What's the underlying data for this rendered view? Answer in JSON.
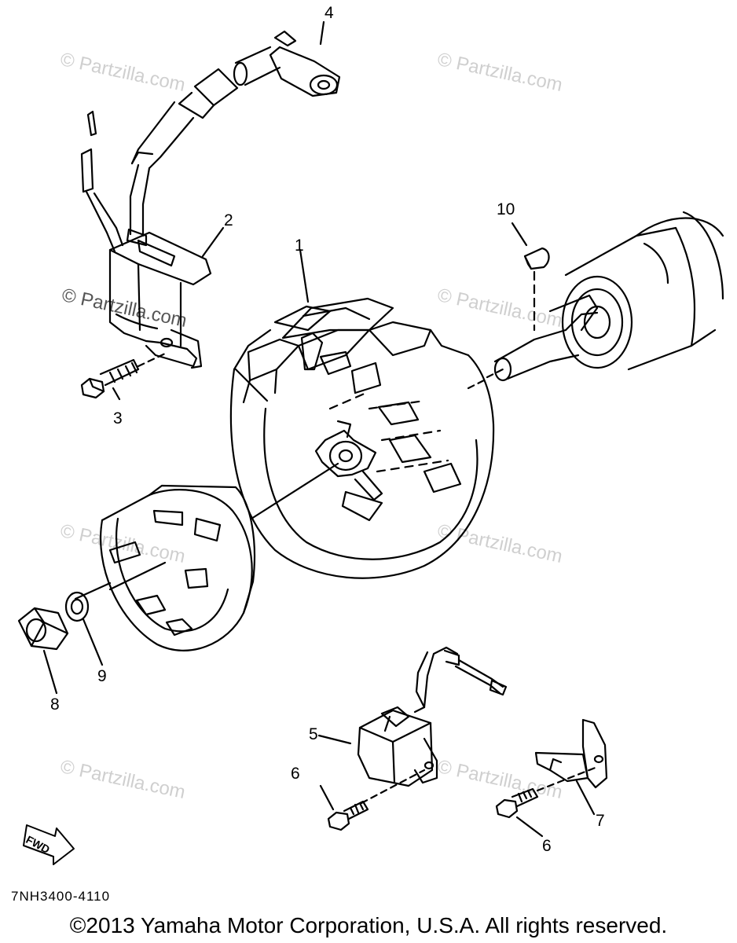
{
  "watermark": "© Partzilla.com",
  "callouts": {
    "c1": "1",
    "c2": "2",
    "c3": "3",
    "c4": "4",
    "c5": "5",
    "c6a": "6",
    "c6b": "6",
    "c7": "7",
    "c8": "8",
    "c9": "9",
    "c10": "10"
  },
  "fwd_label": "FWD",
  "drawing_code": "7NH3400-4110",
  "copyright": "©2013 Yamaha Motor Corporation, U.S.A. All rights reserved.",
  "icons": [
    "fwd-arrow-icon"
  ]
}
